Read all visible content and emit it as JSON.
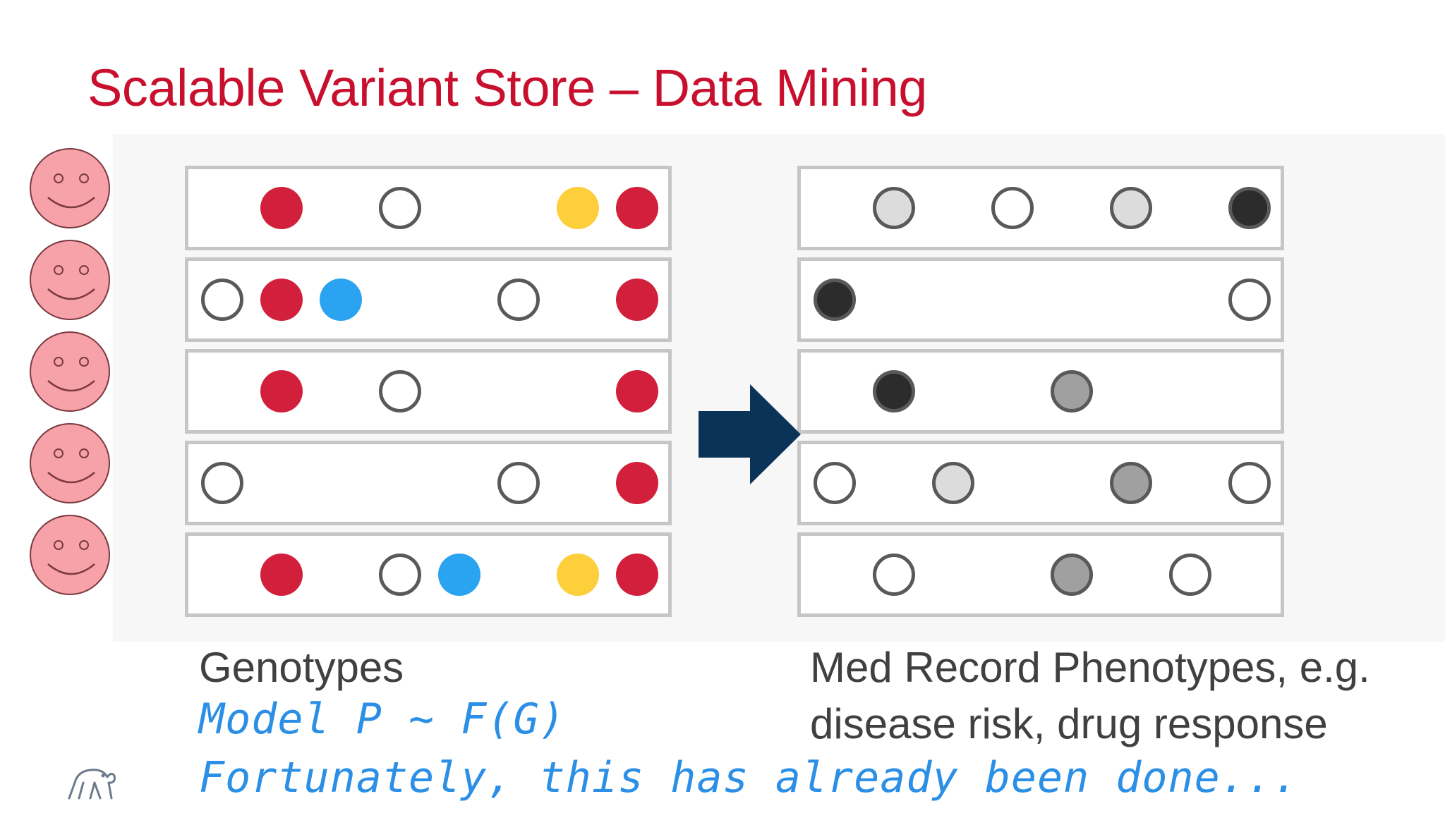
{
  "slide": {
    "title": "Scalable Variant Store – Data Mining",
    "genotypes_label": "Genotypes",
    "phenotypes_label_line1": "Med Record Phenotypes, e.g.",
    "phenotypes_label_line2": "disease risk, drug response",
    "annotation_line1": "Model P ~ F(G)",
    "annotation_line2": "Fortunately, this has already been done..."
  },
  "colors": {
    "title": "#c8102e",
    "face": "#f7a1a8",
    "red": "#d2203c",
    "blue": "#2aa3f0",
    "yellow": "#fdcf3b",
    "arrow": "#0b3358",
    "handwriting": "#2b8fe6"
  },
  "icons": {
    "person": "smiley-face-icon",
    "arrow": "right-arrow-icon",
    "logo": "elephant-logo-icon"
  },
  "genotypes_rows": [
    [
      "",
      "red",
      "",
      "open",
      "",
      "",
      "yellow",
      "red"
    ],
    [
      "open",
      "red",
      "blue",
      "",
      "",
      "open",
      "",
      "red"
    ],
    [
      "",
      "red",
      "",
      "open",
      "",
      "",
      "",
      "red"
    ],
    [
      "open",
      "",
      "",
      "",
      "",
      "open",
      "",
      "red"
    ],
    [
      "",
      "red",
      "",
      "open",
      "blue",
      "",
      "yellow",
      "red"
    ]
  ],
  "phenotypes_rows": [
    [
      "",
      "light",
      "",
      "open",
      "",
      "light",
      "",
      "dark"
    ],
    [
      "dark",
      "",
      "",
      "",
      "",
      "",
      "",
      "open"
    ],
    [
      "",
      "dark",
      "",
      "",
      "mid",
      "",
      "",
      ""
    ],
    [
      "open",
      "",
      "light",
      "",
      "",
      "mid",
      "",
      "open"
    ],
    [
      "",
      "open",
      "",
      "",
      "mid",
      "",
      "open",
      ""
    ]
  ]
}
